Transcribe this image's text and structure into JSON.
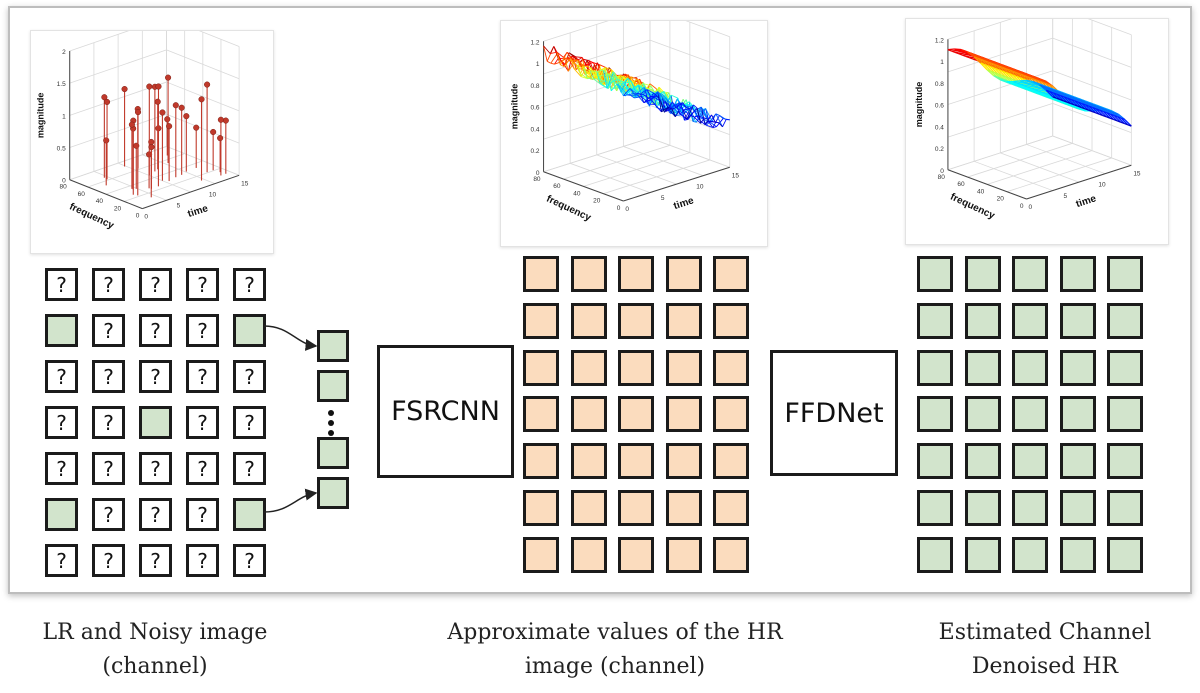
{
  "plots": [
    {
      "ylabel": "magnitude",
      "xlabel": "frequency",
      "zlabel": "time",
      "zticks": [
        "0",
        "0.5",
        "1",
        "1.5",
        "2"
      ],
      "freq_ticks": [
        "80",
        "60",
        "40",
        "20",
        "0"
      ],
      "time_ticks": [
        "0",
        "5",
        "10",
        "15"
      ]
    },
    {
      "ylabel": "magnitude",
      "xlabel": "frequency",
      "zlabel": "time",
      "zticks": [
        "0",
        "0.2",
        "0.4",
        "0.6",
        "0.8",
        "1",
        "1.2"
      ],
      "freq_ticks": [
        "80",
        "60",
        "40",
        "20",
        "0"
      ],
      "time_ticks": [
        "0",
        "5",
        "10",
        "15"
      ]
    },
    {
      "ylabel": "magnitude",
      "xlabel": "frequency",
      "zlabel": "time",
      "zticks": [
        "0",
        "0.2",
        "0.4",
        "0.6",
        "0.8",
        "1",
        "1.2"
      ],
      "freq_ticks": [
        "80",
        "60",
        "40",
        "20",
        "0"
      ],
      "time_ticks": [
        "0",
        "5",
        "10",
        "15"
      ]
    }
  ],
  "grid_left": {
    "unknown_symbol": "?",
    "pattern": [
      "qqqqq",
      "gqqqg",
      "qqqqq",
      "qqgqq",
      "qqqqq",
      "gqqqg",
      "qqqqq"
    ]
  },
  "blocks": {
    "fsrcnn": "FSRCNN",
    "ffdnet": "FFDNet"
  },
  "captions": {
    "left": [
      "LR and Noisy image",
      "(channel)"
    ],
    "middle": [
      "Approximate values of the HR",
      "image (channel)"
    ],
    "right": [
      "Estimated Channel",
      "Denoised HR"
    ]
  },
  "colors": {
    "known_pilot": "#d2e4cc",
    "approx_value": "#fbdcbe",
    "unknown": "#ffffff",
    "stem": "#c0392b"
  },
  "icons": {
    "unknown_cell": "question-mark-icon",
    "ellipsis": "vertical-dots-icon"
  }
}
